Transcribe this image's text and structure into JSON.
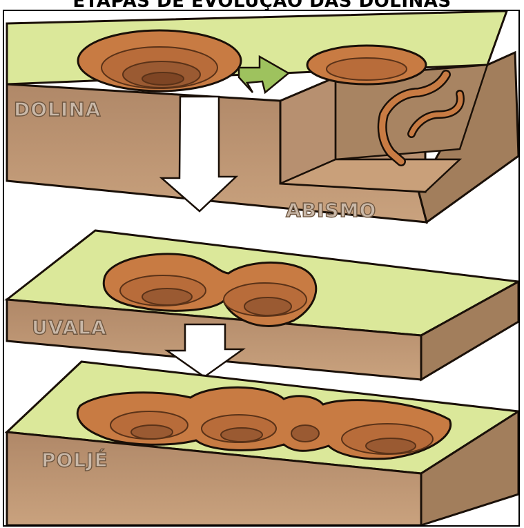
{
  "title": "ETAPAS DE EVOLUÇÃO DAS DOLINAS",
  "labels": {
    "dolina": "DOLINA",
    "abismo": "ABISMO",
    "uvala": "UVALA",
    "polje": "POLJÉ"
  },
  "colors": {
    "grass": "#dbe89a",
    "soil_front": "#b8926e",
    "soil_side": "#a27e5c",
    "pit_outer": "#c87b43",
    "pit_inner": "#9a5a32",
    "arrow": "#ffffff",
    "green_arrow": "#9ec25e",
    "outline": "#1a1008"
  }
}
